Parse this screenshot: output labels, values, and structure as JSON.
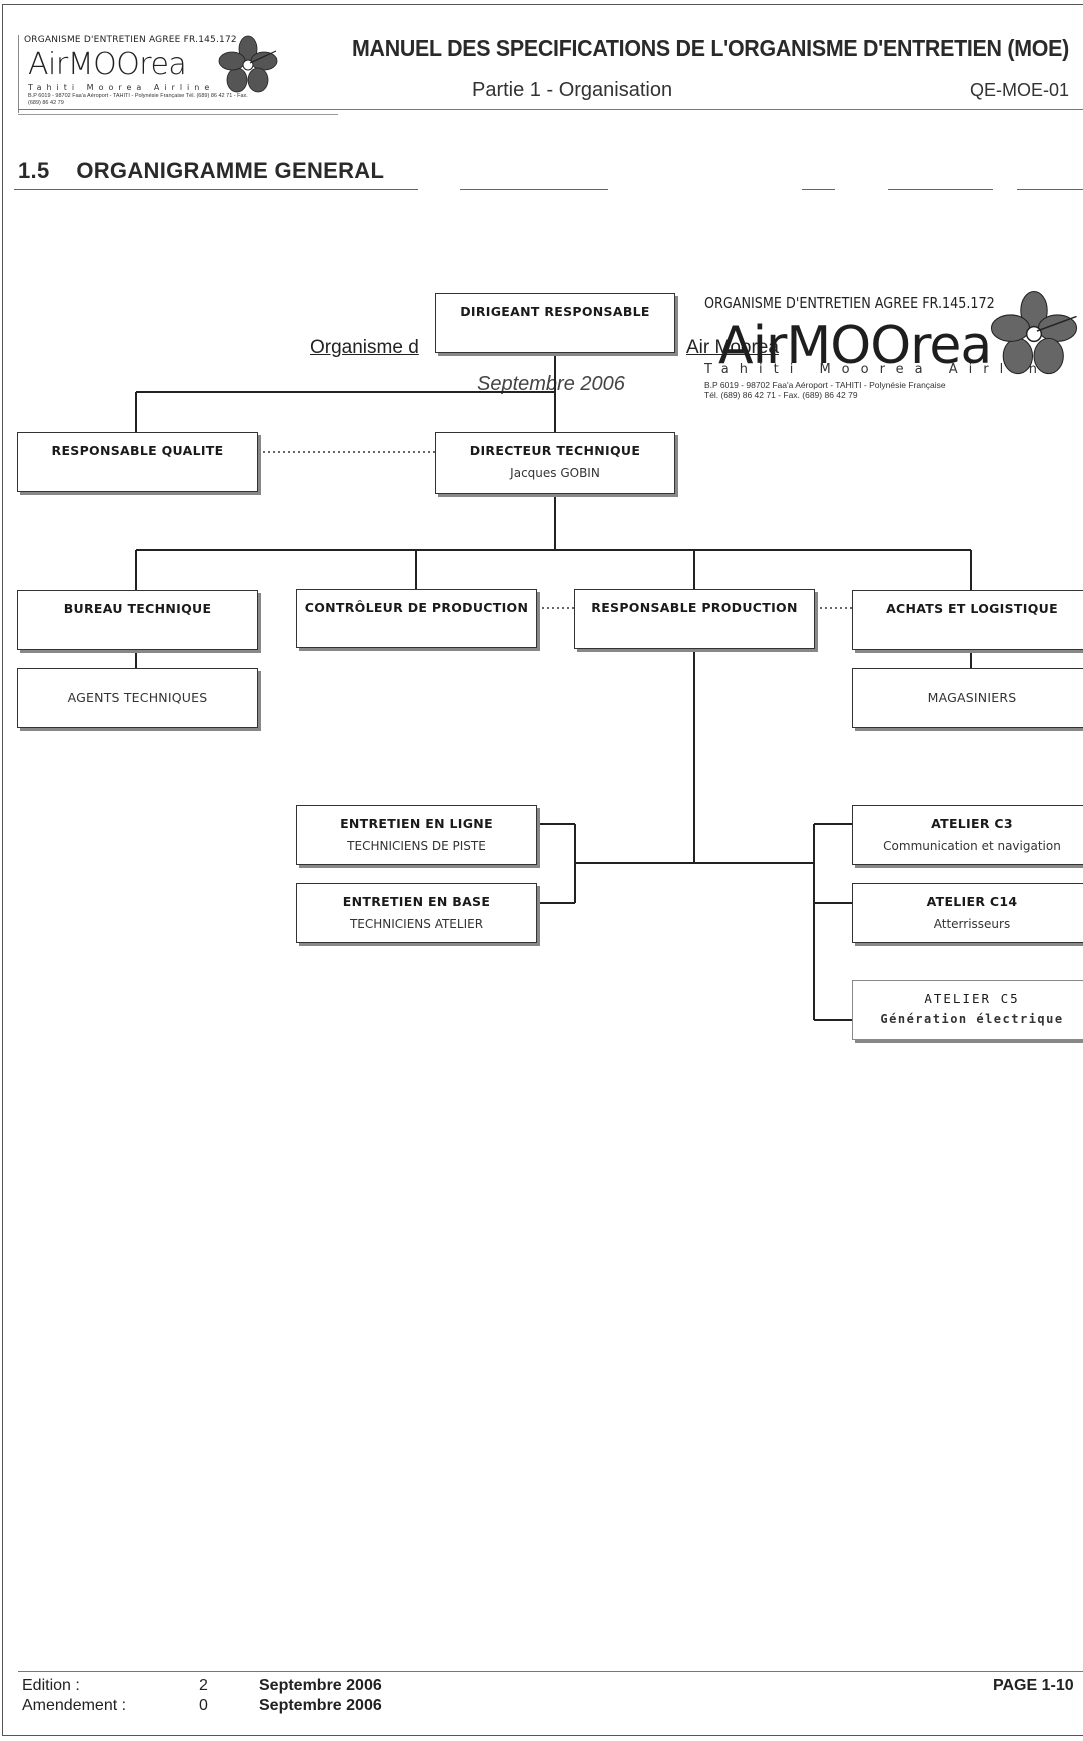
{
  "header": {
    "logo": {
      "agree_text": "ORGANISME D'ENTRETIEN AGREE FR.145.172",
      "brand": "AirMOOrea",
      "subtitle": "Tahiti Moorea Airline",
      "address": "B.P 6019 - 98702 Faa'a Aéroport - TAHITI - Polynésie Française Tél. (689) 86 42 71 - Fax. (689) 86 42 79"
    },
    "title": "MANUEL DES SPECIFICATIONS DE L'ORGANISME D'ENTRETIEN (MOE)",
    "subtitle": "Partie 1 - Organisation",
    "reference": "QE-MOE-01"
  },
  "section": {
    "number": "1.5",
    "title": "ORGANIGRAMME GENERAL"
  },
  "watermark": {
    "text_left": "Organisme d",
    "text_right": "Air Moorea",
    "date": "Septembre 2006",
    "logo_agree": "ORGANISME D'ENTRETIEN AGREE FR.145.172",
    "logo_brand": "AirMOOrea",
    "logo_subtitle": "Tahiti Moorea Airline",
    "logo_address_1": "B.P 6019 - 98702 Faa'a Aéroport - TAHITI - Polynésie Française",
    "logo_address_2": "Tél. (689) 86 42 71 - Fax. (689) 86 42 79"
  },
  "org": {
    "dirigeant": {
      "title": "DIRIGEANT RESPONSABLE"
    },
    "qualite": {
      "title": "RESPONSABLE QUALITE"
    },
    "directeur": {
      "title": "DIRECTEUR TECHNIQUE",
      "name": "Jacques GOBIN"
    },
    "bureau": {
      "title": "BUREAU TECHNIQUE"
    },
    "controleur": {
      "title": "CONTRÔLEUR DE PRODUCTION"
    },
    "production": {
      "title": "RESPONSABLE PRODUCTION"
    },
    "achats": {
      "title": "ACHATS ET LOGISTIQUE"
    },
    "agents": {
      "title": "AGENTS TECHNIQUES"
    },
    "magasiniers": {
      "title": "MAGASINIERS"
    },
    "ligne": {
      "title": "ENTRETIEN EN LIGNE",
      "sub": "TECHNICIENS DE PISTE"
    },
    "base": {
      "title": "ENTRETIEN EN BASE",
      "sub": "TECHNICIENS ATELIER"
    },
    "c3": {
      "title": "ATELIER C3",
      "sub": "Communication et navigation"
    },
    "c14": {
      "title": "ATELIER C14",
      "sub": "Atterrisseurs"
    },
    "c5": {
      "title": "ATELIER C5",
      "sub": "Génération électrique"
    }
  },
  "footer": {
    "edition_label": "Edition :",
    "edition_value": "2",
    "edition_date": "Septembre 2006",
    "amendement_label": "Amendement :",
    "amendement_value": "0",
    "amendement_date": "Septembre 2006",
    "page": "PAGE 1-10"
  }
}
